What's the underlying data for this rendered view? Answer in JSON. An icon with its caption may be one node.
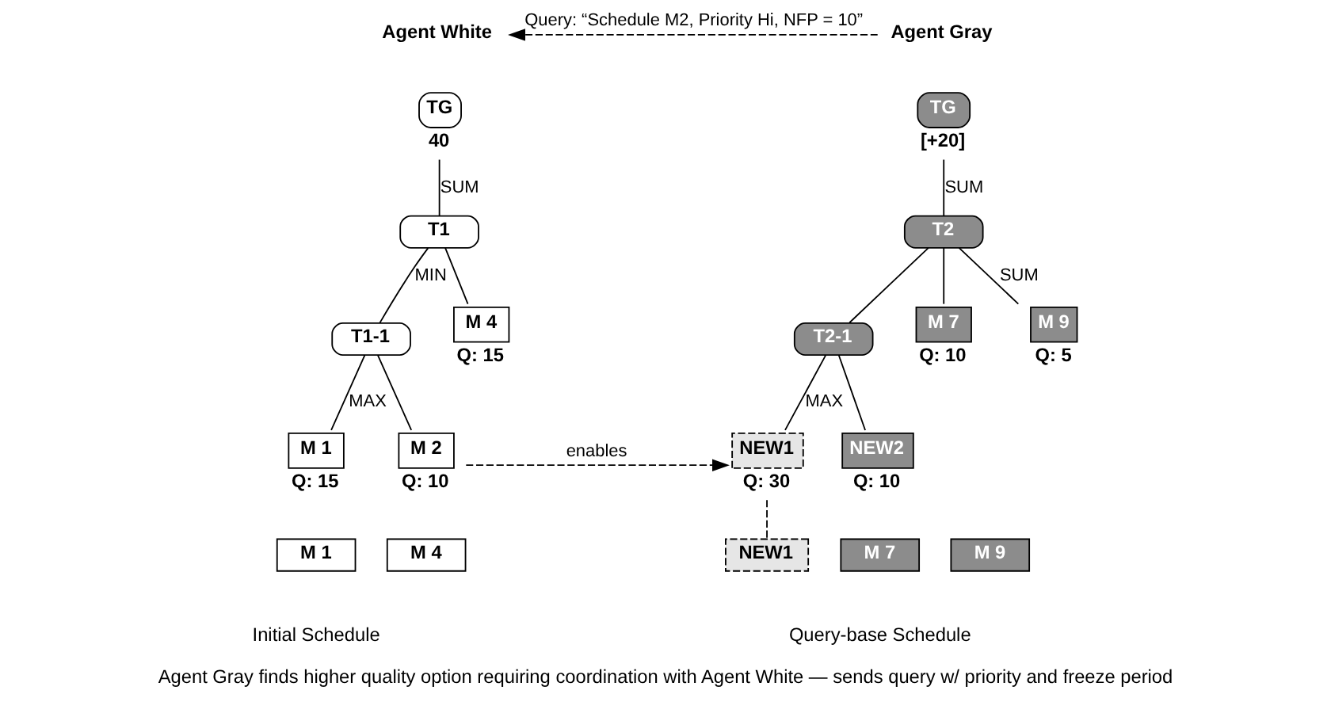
{
  "diagram": {
    "caption": "Agent Gray finds higher quality option requiring coordination with Agent White — sends query w/ priority and freeze period",
    "nodes": [
      {
        "text": [
          "Agent White"
        ]
      },
      {
        "text": [
          "Agent Gray"
        ]
      },
      {
        "text": [
          "TG"
        ],
        "beside": [
          "40"
        ]
      },
      {
        "text": [
          "T1"
        ]
      },
      {
        "text": [
          "T1-1"
        ]
      },
      {
        "text": [
          "M 4"
        ],
        "beside": [
          "Q: 15"
        ]
      },
      {
        "text": [
          "M 1"
        ],
        "beside": [
          "Q: 15"
        ]
      },
      {
        "text": [
          "M 2"
        ],
        "beside": [
          "Q: 10"
        ]
      },
      {
        "text": [
          "TG"
        ],
        "beside": [
          "[+20]"
        ]
      },
      {
        "text": [
          "T2"
        ]
      },
      {
        "text": [
          "T2-1"
        ]
      },
      {
        "text": [
          "M 7"
        ],
        "beside": [
          "Q: 10"
        ]
      },
      {
        "text": [
          "M 9"
        ],
        "beside": [
          "Q: 5"
        ]
      },
      {
        "text": [
          "NEW1"
        ],
        "beside": [
          "Q: 30"
        ]
      },
      {
        "text": [
          "NEW2"
        ],
        "beside": [
          "Q: 10"
        ]
      },
      {
        "text": [
          "M 1"
        ]
      },
      {
        "text": [
          "M 4"
        ]
      },
      {
        "text": [
          "NEW1"
        ]
      },
      {
        "text": [
          "M 7"
        ]
      },
      {
        "text": [
          "M 9"
        ]
      }
    ],
    "edges": [
      {
        "from": 1,
        "to": 0,
        "arrow": "to",
        "style": "dashed",
        "label": "Query: “Schedule M2, Priority Hi, NFP = 10”"
      },
      {
        "from": 2,
        "to": 3,
        "arrow": "none",
        "label": "SUM"
      },
      {
        "from": 3,
        "to": 4,
        "arrow": "none",
        "label": "MIN"
      },
      {
        "from": 3,
        "to": 5,
        "arrow": "none"
      },
      {
        "from": 4,
        "to": 6,
        "arrow": "none",
        "label": "MAX"
      },
      {
        "from": 4,
        "to": 7,
        "arrow": "none"
      },
      {
        "from": 8,
        "to": 9,
        "arrow": "none",
        "label": "SUM"
      },
      {
        "from": 9,
        "to": 10,
        "arrow": "none"
      },
      {
        "from": 9,
        "to": 11,
        "arrow": "none"
      },
      {
        "from": 9,
        "to": 12,
        "arrow": "none",
        "label": "SUM"
      },
      {
        "from": 10,
        "to": 13,
        "arrow": "none",
        "label": "MAX"
      },
      {
        "from": 10,
        "to": 14,
        "arrow": "none"
      },
      {
        "from": 7,
        "to": 13,
        "arrow": "to",
        "style": "dashed",
        "label": "enables"
      },
      {
        "from": 13,
        "to": 17,
        "arrow": "none",
        "style": "dashed"
      }
    ],
    "labels": [
      "Initial Schedule",
      "Query-base Schedule"
    ]
  }
}
